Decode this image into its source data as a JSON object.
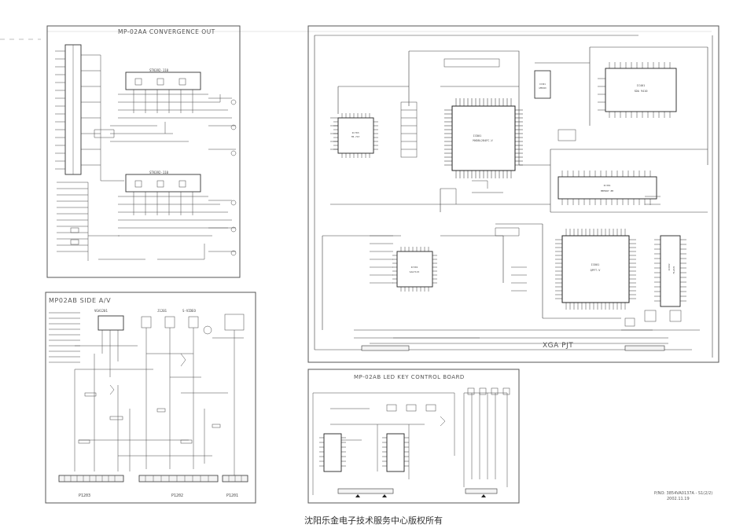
{
  "panels": {
    "convergence": {
      "title": "MP-02AA CONVERGENCE OUT",
      "ic_top": "STK392-110",
      "ic_bottom": "STK392-110"
    },
    "side_av": {
      "title": "MP02AB SIDE A/V",
      "connectors": [
        "P1203",
        "P1202",
        "P1201"
      ],
      "sub_labels": [
        "VGA1201",
        "J1201",
        "S-VIDEO"
      ]
    },
    "main": {
      "title": "XGA PJT",
      "chips": [
        {
          "name": "IC801",
          "part": "MX88L284FC-V"
        },
        {
          "name": "IC703",
          "part": "TB-747"
        },
        {
          "name": "IC401",
          "part": "SDA 9410"
        },
        {
          "name": "IC301",
          "part": "MEMORY 8M"
        },
        {
          "name": "IC501",
          "part": "SAA7115"
        },
        {
          "name": "IC901",
          "part": "GM5020"
        },
        {
          "name": "IC601",
          "part": "QPFT-V"
        },
        {
          "name": "IC602",
          "part": "FLASH"
        }
      ]
    },
    "led": {
      "title": "MP-02AB LED KEY CONTROL BOARD"
    }
  },
  "part_number": "P/NO: 3854VA0137A - S1(2/2)",
  "date": "2002.11.19",
  "footer_text": "沈阳乐金电子技术服务中心版权所有",
  "colors": {
    "line": "#3a3a3a",
    "frame": "#555555",
    "background": "#ffffff"
  }
}
